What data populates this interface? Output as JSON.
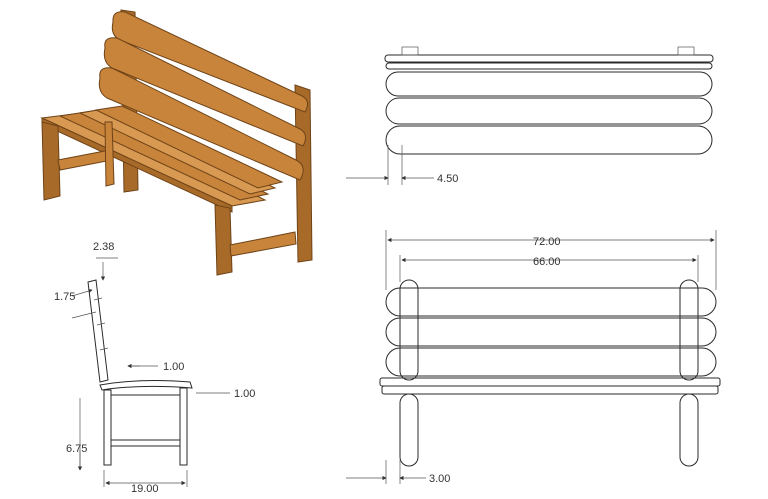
{
  "dimensions": {
    "back_spacing": "2.38",
    "back_slat": "1.75",
    "seat_slat_gap": "1.00",
    "seat_overhang": "1.00",
    "seat_height": "6.75",
    "depth": "19.00",
    "top_offset": "4.50",
    "overall_width": "72.00",
    "inner_width": "66.00",
    "front_offset": "3.00"
  },
  "colors": {
    "wood": "#c8843a",
    "wood_edge": "#6e4318",
    "line": "#2a2a2a"
  }
}
